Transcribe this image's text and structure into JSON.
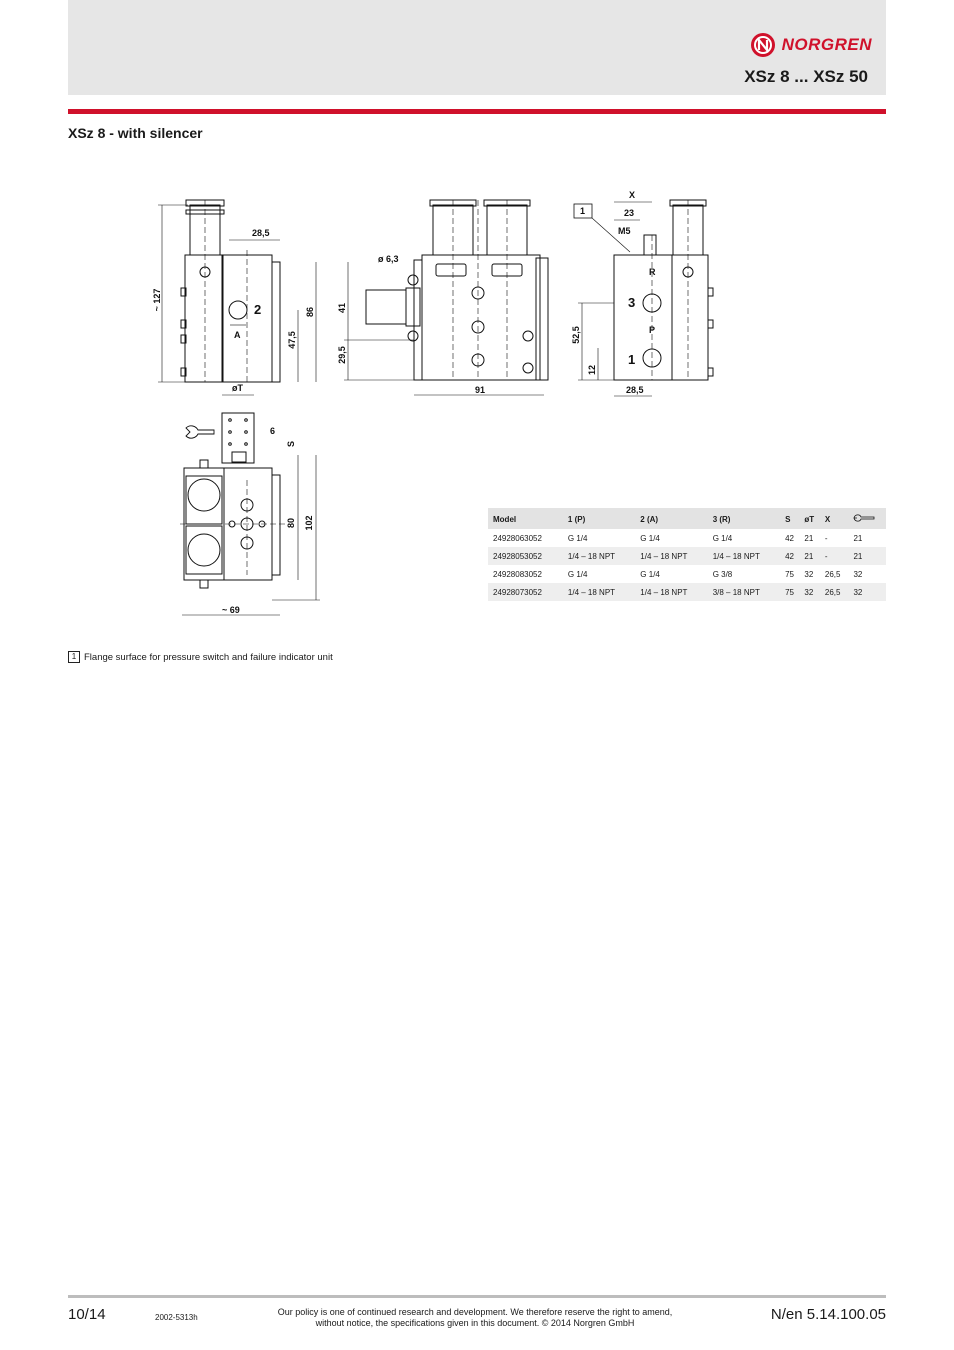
{
  "header": {
    "brand": "NORGREN",
    "product_title": "XSz 8 ... XSz 50"
  },
  "section_title": "XSz 8 - with silencer",
  "drawing_labels": {
    "d127": "~ 127",
    "d28_5": "28,5",
    "d86": "86",
    "d47_5": "47,5",
    "port2": "2",
    "portA": "A",
    "d6_3": "ø 6,3",
    "d41": "41",
    "d29_5": "29,5",
    "d91": "91",
    "x": "X",
    "d23": "23",
    "m5": "M5",
    "callout": "1",
    "portR": "R",
    "port3": "3",
    "d52_5": "52,5",
    "portP": "P",
    "d12": "12",
    "port1": "1",
    "d28_5b": "28,5",
    "oT": "øT",
    "d6": "6",
    "s": "S",
    "d80": "80",
    "d102": "102",
    "d69": "~ 69"
  },
  "table": {
    "headers": [
      "Model",
      "1 (P)",
      "2 (A)",
      "3 (R)",
      "S",
      "øT",
      "X"
    ],
    "wrench_icon": "wrench-icon",
    "rows": [
      [
        "24928063052",
        "G 1/4",
        "G 1/4",
        "G 1/4",
        "42",
        "21",
        "-",
        "21"
      ],
      [
        "24928053052",
        "1/4 – 18 NPT",
        "1/4 – 18 NPT",
        "1/4 – 18 NPT",
        "42",
        "21",
        "-",
        "21"
      ],
      [
        "24928083052",
        "G 1/4",
        "G 1/4",
        "G 3/8",
        "75",
        "32",
        "26,5",
        "32"
      ],
      [
        "24928073052",
        "1/4 – 18 NPT",
        "1/4 – 18 NPT",
        "3/8 – 18 NPT",
        "75",
        "32",
        "26,5",
        "32"
      ]
    ]
  },
  "footnote": {
    "number": "1",
    "text": "Flange surface for pressure switch and failure indicator unit"
  },
  "footer": {
    "page": "10/14",
    "code": "2002-5313h",
    "policy_line1": "Our policy is one of continued research and development. We therefore reserve the right to amend,",
    "policy_line2": "without notice, the specifications given in this document. © 2014 Norgren GmbH",
    "doc_ref": "N/en 5.14.100.05"
  },
  "colors": {
    "brand_red": "#d0112b",
    "header_gray": "#e6e6e6"
  }
}
